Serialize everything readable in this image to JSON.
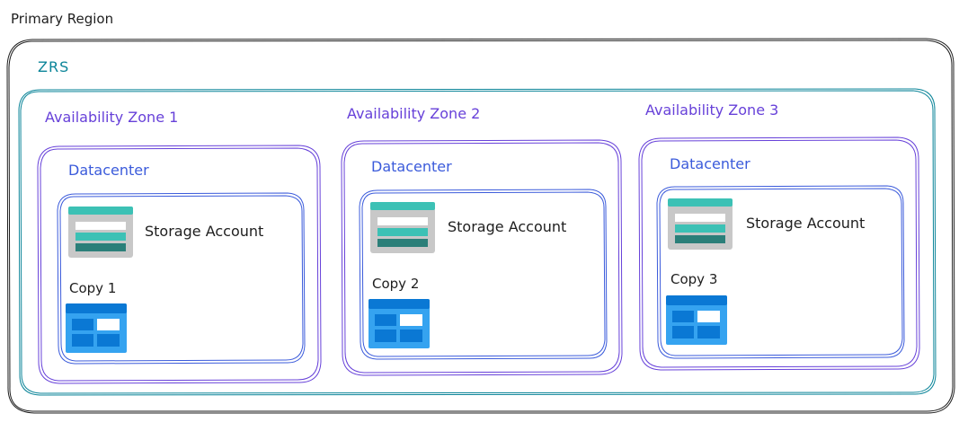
{
  "colors": {
    "ink": "#1e1e1e",
    "zrs": "#0c8599",
    "zone": "#6741d9",
    "datacenter": "#3b5bdb",
    "storage_teal": "#3cc1b5",
    "storage_dark": "#2b7f79",
    "blob_blue": "#0a78d4",
    "blob_light": "#35a3f0"
  },
  "diagram": {
    "region_label": "Primary Region",
    "zrs_label": "ZRS",
    "zones": [
      {
        "label": "Availability Zone 1",
        "datacenter": "Datacenter",
        "storage": "Storage Account",
        "copy": "Copy 1"
      },
      {
        "label": "Availability Zone 2",
        "datacenter": "Datacenter",
        "storage": "Storage Account",
        "copy": "Copy 2"
      },
      {
        "label": "Availability Zone 3",
        "datacenter": "Datacenter",
        "storage": "Storage Account",
        "copy": "Copy 3"
      }
    ]
  },
  "icons": {
    "storage": "storage-account-icon",
    "blob": "blob-container-icon"
  }
}
